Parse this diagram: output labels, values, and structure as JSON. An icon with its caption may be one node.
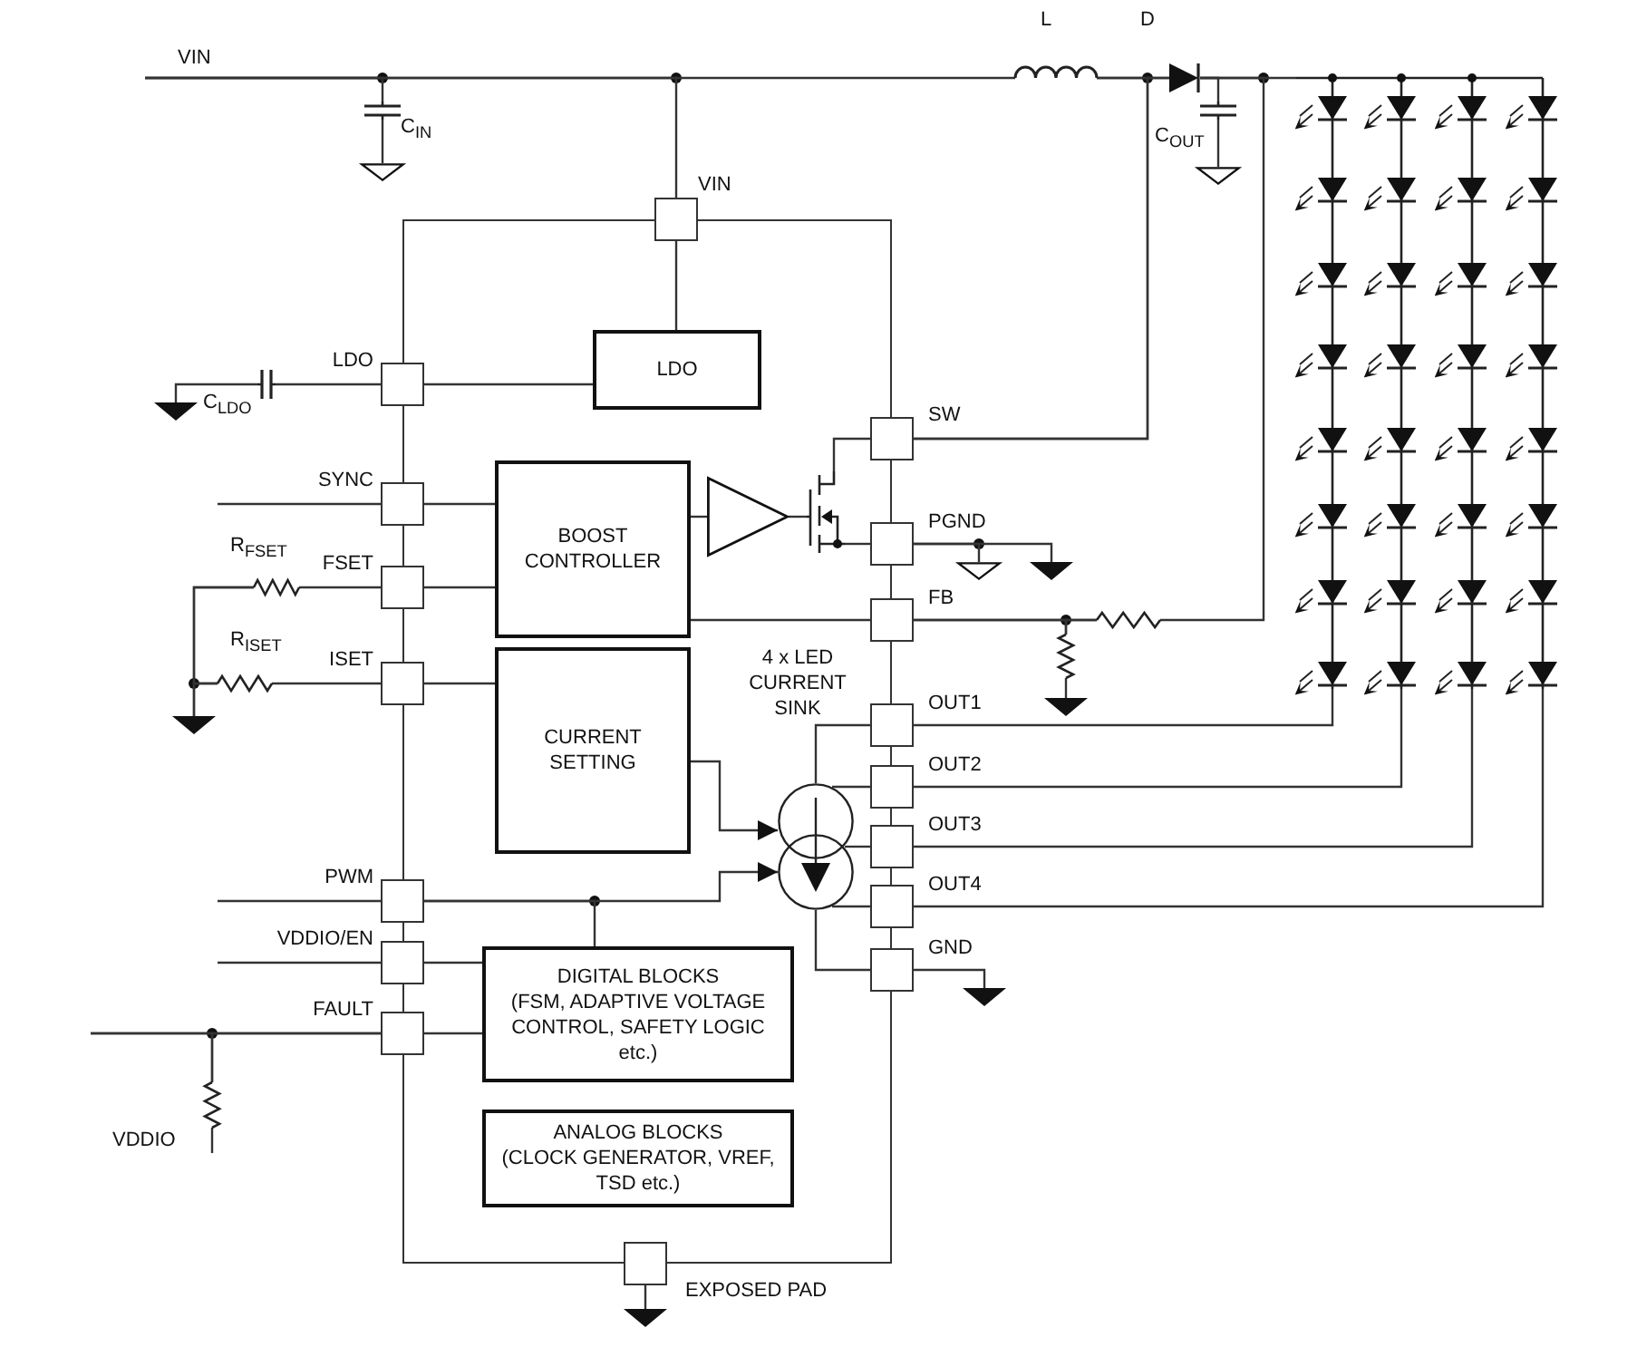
{
  "diagram": {
    "nodes": [
      {
        "text": [],
        "shape": "box"
      },
      {
        "text": [],
        "shape": "box"
      },
      {
        "text": [],
        "shape": "box"
      },
      {
        "text": [
          "LDO"
        ],
        "in": 0
      },
      {
        "text": [],
        "shape": "box"
      },
      {
        "text": [],
        "shape": "box"
      },
      {
        "text": [
          "BOOST CONTROLLER"
        ],
        "in": 0
      },
      {
        "text": [],
        "shape": "box"
      },
      {
        "text": [],
        "shape": "box"
      },
      {
        "text": [],
        "shape": "box"
      },
      {
        "text": [],
        "shape": "box"
      },
      {
        "text": [
          "CURRENT SETTING"
        ],
        "in": 0
      },
      {
        "text": [],
        "shape": "circle",
        "in": 0
      },
      {
        "text": [],
        "shape": "box"
      },
      {
        "text": [],
        "shape": "box"
      },
      {
        "text": [],
        "shape": "box"
      },
      {
        "text": [],
        "shape": "box"
      },
      {
        "text": [],
        "shape": "box"
      },
      {
        "text": [],
        "shape": "box"
      },
      {
        "text": [
          "DIGITAL BLOCKS",
          "(FSM, ADAPTIVE VOLTAGE CONTROL, SAFETY LOGIC etc.)"
        ],
        "in": 0
      },
      {
        "text": [],
        "shape": "box"
      },
      {
        "text": [],
        "shape": "box"
      },
      {
        "text": [
          "ANALOG BLOCKS",
          "(CLOCK GENERATOR, VREF, TSD etc.)"
        ],
        "in": 0
      },
      {
        "text": [],
        "shape": "box"
      },
      {
        "text": [],
        "shape": "capacitor"
      },
      {
        "text": [],
        "shape": "ground"
      },
      {
        "text": [],
        "shape": "inductor"
      },
      {
        "text": [],
        "shape": "diode"
      },
      {
        "text": [],
        "shape": "capacitor"
      },
      {
        "text": [],
        "shape": "ground"
      },
      {
        "text": [],
        "shape": "led"
      },
      {
        "text": [],
        "shape": "resistor"
      },
      {
        "text": [],
        "shape": "resistor"
      },
      {
        "text": [],
        "shape": "ground"
      },
      {
        "text": [],
        "shape": "ground"
      },
      {
        "text": [],
        "shape": "ground"
      },
      {
        "text": [],
        "shape": "triangle",
        "in": 0
      },
      {
        "text": [],
        "shape": "transistor",
        "in": 0
      },
      {
        "text": [],
        "shape": "ground"
      },
      {
        "text": [],
        "shape": "ground"
      },
      {
        "text": [],
        "shape": "capacitor"
      },
      {
        "text": [],
        "shape": "ground"
      },
      {
        "text": [],
        "shape": "resistor"
      },
      {
        "text": [],
        "shape": "resistor"
      },
      {
        "text": [],
        "shape": "ground"
      },
      {
        "text": [],
        "shape": "resistor"
      }
    ],
    "edges": [
      {
        "from": 1,
        "to": 3,
        "arrow": "none"
      },
      {
        "from": 2,
        "to": 3,
        "arrow": "none"
      },
      {
        "from": 5,
        "to": 6,
        "arrow": "none"
      },
      {
        "from": 8,
        "to": 6,
        "arrow": "none"
      },
      {
        "from": 6,
        "to": 9,
        "arrow": "none"
      },
      {
        "from": 10,
        "to": 11,
        "arrow": "none"
      },
      {
        "from": 11,
        "to": 12,
        "arrow": "to"
      },
      {
        "from": 17,
        "to": 12,
        "arrow": "to"
      },
      {
        "from": 17,
        "to": 19,
        "arrow": "none"
      },
      {
        "from": 18,
        "to": 19,
        "arrow": "none"
      },
      {
        "from": 21,
        "to": 19,
        "arrow": "none"
      },
      {
        "from": 12,
        "to": 13,
        "arrow": "none"
      },
      {
        "from": 12,
        "to": 14,
        "arrow": "none"
      },
      {
        "from": 12,
        "to": 15,
        "arrow": "none"
      },
      {
        "from": 12,
        "to": 16,
        "arrow": "none"
      },
      {
        "from": 12,
        "to": 20,
        "arrow": "none"
      },
      {
        "from": null,
        "to": 24,
        "arrow": "none"
      },
      {
        "from": null,
        "to": 1,
        "arrow": "none"
      },
      {
        "from": null,
        "to": 26,
        "arrow": "none"
      },
      {
        "from": 24,
        "to": 25,
        "arrow": "none"
      },
      {
        "from": 26,
        "to": 27,
        "arrow": "none"
      },
      {
        "from": 4,
        "to": 26,
        "arrow": "none"
      },
      {
        "from": 4,
        "to": 27,
        "arrow": "none"
      },
      {
        "from": 27,
        "to": 28,
        "arrow": "none"
      },
      {
        "from": 27,
        "to": 30,
        "arrow": "none"
      },
      {
        "from": 27,
        "to": 31,
        "arrow": "none"
      },
      {
        "from": 28,
        "to": 29,
        "arrow": "none"
      },
      {
        "from": 13,
        "to": 30,
        "arrow": "none"
      },
      {
        "from": 14,
        "to": 30,
        "arrow": "none"
      },
      {
        "from": 15,
        "to": 30,
        "arrow": "none"
      },
      {
        "from": 16,
        "to": 30,
        "arrow": "none"
      },
      {
        "from": 9,
        "to": 31,
        "arrow": "none"
      },
      {
        "from": 9,
        "to": 32,
        "arrow": "none"
      },
      {
        "from": 31,
        "to": 32,
        "arrow": "none"
      },
      {
        "from": 32,
        "to": 33,
        "arrow": "none"
      },
      {
        "from": 7,
        "to": 34,
        "arrow": "none"
      },
      {
        "from": 7,
        "to": 35,
        "arrow": "none"
      },
      {
        "from": 6,
        "to": 36,
        "arrow": "none"
      },
      {
        "from": 36,
        "to": 37,
        "arrow": "none"
      },
      {
        "from": 37,
        "to": 4,
        "arrow": "none"
      },
      {
        "from": 37,
        "to": 7,
        "arrow": "none"
      },
      {
        "from": 20,
        "to": 38,
        "arrow": "none"
      },
      {
        "from": 23,
        "to": 39,
        "arrow": "none"
      },
      {
        "from": 2,
        "to": 40,
        "arrow": "none"
      },
      {
        "from": 40,
        "to": 41,
        "arrow": "none"
      },
      {
        "from": null,
        "to": 5,
        "arrow": "none"
      },
      {
        "from": 8,
        "to": 42,
        "arrow": "none"
      },
      {
        "from": 42,
        "to": 44,
        "arrow": "none"
      },
      {
        "from": 10,
        "to": 43,
        "arrow": "none"
      },
      {
        "from": 43,
        "to": 44,
        "arrow": "none"
      },
      {
        "from": 42,
        "to": 43,
        "arrow": "none"
      },
      {
        "from": null,
        "to": 17,
        "arrow": "none"
      },
      {
        "from": null,
        "to": 18,
        "arrow": "none"
      },
      {
        "from": null,
        "to": 21,
        "arrow": "none"
      },
      {
        "from": 21,
        "to": 45,
        "arrow": "none"
      },
      {
        "from": null,
        "to": 45,
        "arrow": "none"
      },
      {
        "from": 45,
        "to": null,
        "arrow": "none"
      }
    ],
    "labels": [
      "L",
      "D",
      "VIN",
      "C$_{IN}$",
      "C$_{OUT}$",
      "VIN",
      "LDO",
      "C$_{LDO}$",
      "SW",
      "SYNC",
      "PGND",
      "R$_{FSET}$",
      "FSET",
      "FB",
      "R$_{ISET}$",
      "ISET",
      "4 x LED CURRENT SINK",
      "OUT1",
      "OUT2",
      "OUT3",
      "OUT4",
      "PWM",
      "VDDIO/EN",
      "GND",
      "FAULT",
      "VDDIO",
      "EXPOSED PAD"
    ]
  }
}
